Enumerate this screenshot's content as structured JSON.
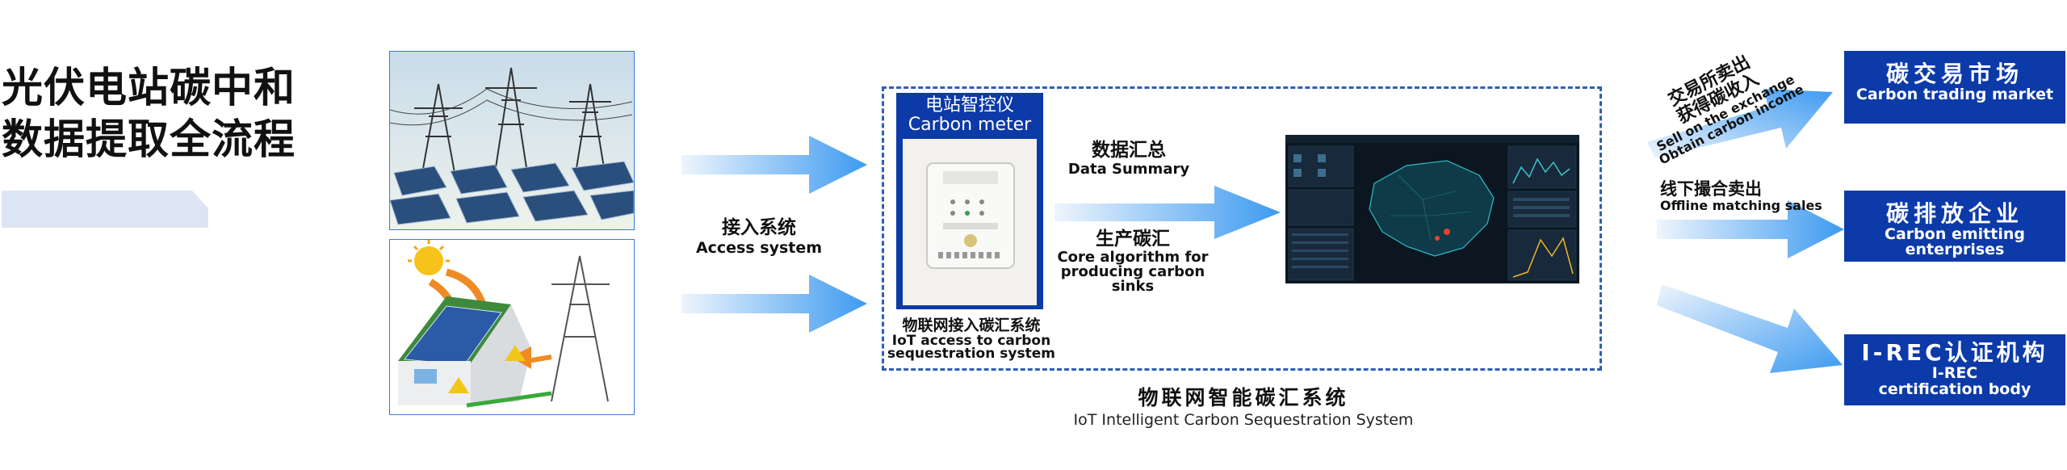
{
  "title": {
    "line1": "光伏电站碳中和",
    "line2": "数据提取全流程"
  },
  "access": {
    "cn": "接入系统",
    "en": "Access system"
  },
  "meter": {
    "cn": "电站智控仪",
    "en": "Carbon meter"
  },
  "iot_access": {
    "cn": "物联网接入碳汇系统",
    "en1": "IoT access to carbon",
    "en2": "sequestration system"
  },
  "summary": {
    "cn": "数据汇总",
    "en": "Data Summary"
  },
  "production": {
    "cn": "生产碳汇",
    "en1": "Core algorithm for",
    "en2": "producing carbon sinks"
  },
  "system": {
    "cn": "物联网智能碳汇系统",
    "en": "IoT Intelligent Carbon Sequestration System"
  },
  "exchange_label": {
    "cn1": "交易所卖出",
    "cn2": "获得碳收入",
    "en1": "Sell on the exchange",
    "en2": "Obtain carbon income"
  },
  "offline_label": {
    "cn": "线下撮合卖出",
    "en": "Offline matching sales"
  },
  "outputs": [
    {
      "cn": "碳交易市场",
      "en1": "Carbon trading market",
      "en2": ""
    },
    {
      "cn": "碳排放企业",
      "en1": "Carbon emitting",
      "en2": "enterprises"
    },
    {
      "cn": "I-REC认证机构",
      "en1": "I-REC",
      "en2": "certification body"
    }
  ],
  "colors": {
    "accent_blue": "#0c3aa8",
    "arrow_light": "#d6e8fb",
    "arrow_dark": "#3d9af0",
    "dashed_border": "#2f5fb3",
    "dashboard_bg": "#0b1620"
  }
}
